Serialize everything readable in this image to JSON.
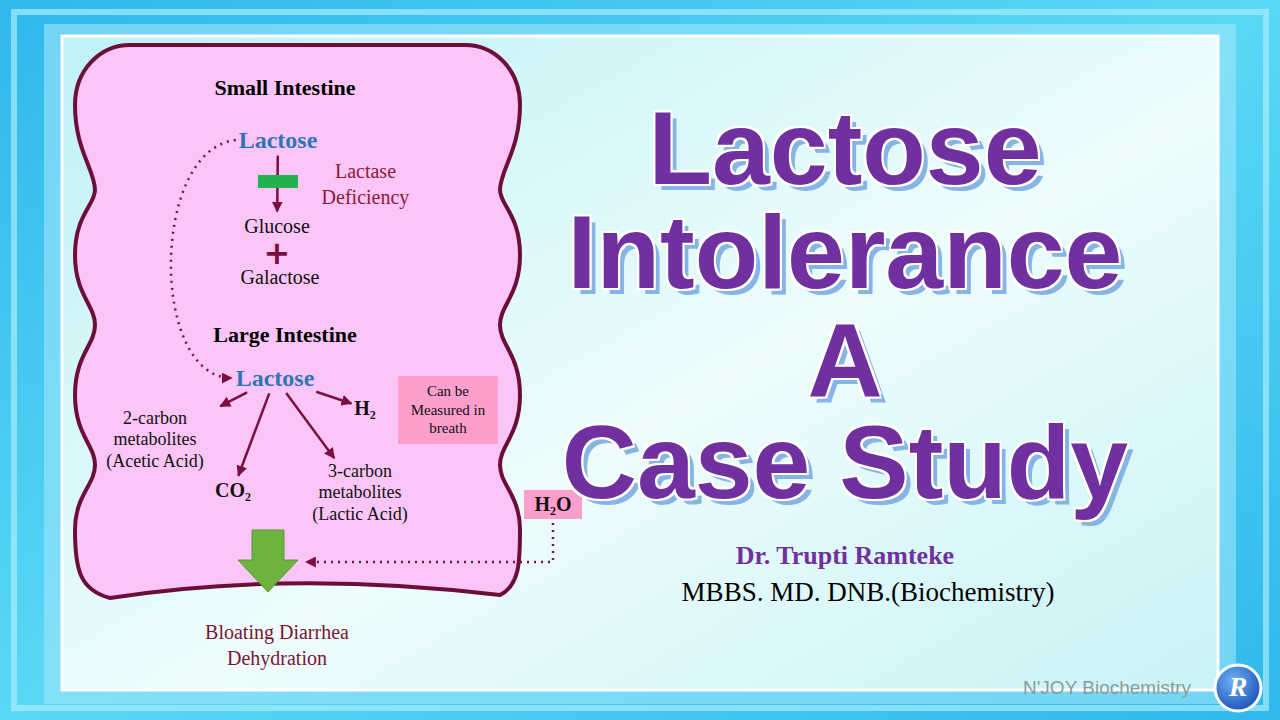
{
  "diagram": {
    "title": "Lactose Intolerance",
    "nodes": [
      {
        "text": [
          "Small Intestine",
          "Large Intestine"
        ]
      },
      {
        "text": [
          "Lactose"
        ],
        "in": 0
      },
      {
        "text": [
          "Glucose"
        ],
        "in": 0
      },
      {
        "text": [
          "Galactose"
        ],
        "in": 0
      },
      {
        "text": [
          "Lactose"
        ],
        "in": 0
      },
      {
        "text": [
          "2-carbon metabolites (Acetic Acid)"
        ],
        "in": 0
      },
      {
        "text": [
          "H₂"
        ],
        "in": 0
      },
      {
        "text": [
          "Can be Measured in breath"
        ],
        "in": 0
      },
      {
        "text": [
          "CO₂"
        ],
        "in": 0
      },
      {
        "text": [
          "3-carbon metabolites (Lactic Acid)"
        ],
        "in": 0
      },
      {
        "text": [
          "H₂O"
        ]
      },
      {
        "text": [
          "Bloating Diarrhea Dehydration"
        ]
      }
    ],
    "edges": [
      {
        "from": 1,
        "to": 2,
        "arrow": "to",
        "label": "Lactase Deficiency"
      },
      {
        "from": 1,
        "to": 4,
        "arrow": "to"
      },
      {
        "from": 4,
        "to": 5,
        "arrow": "to"
      },
      {
        "from": 4,
        "to": 6,
        "arrow": "to"
      },
      {
        "from": 4,
        "to": 8,
        "arrow": "to"
      },
      {
        "from": 4,
        "to": 9,
        "arrow": "to"
      }
    ],
    "labels": [
      "+",
      "A",
      "Case Study",
      "Dr. Trupti Ramteke",
      "MBBS. MD. DNB.(Biochemistry)",
      "N'JOY Biochemistry",
      "R"
    ]
  }
}
